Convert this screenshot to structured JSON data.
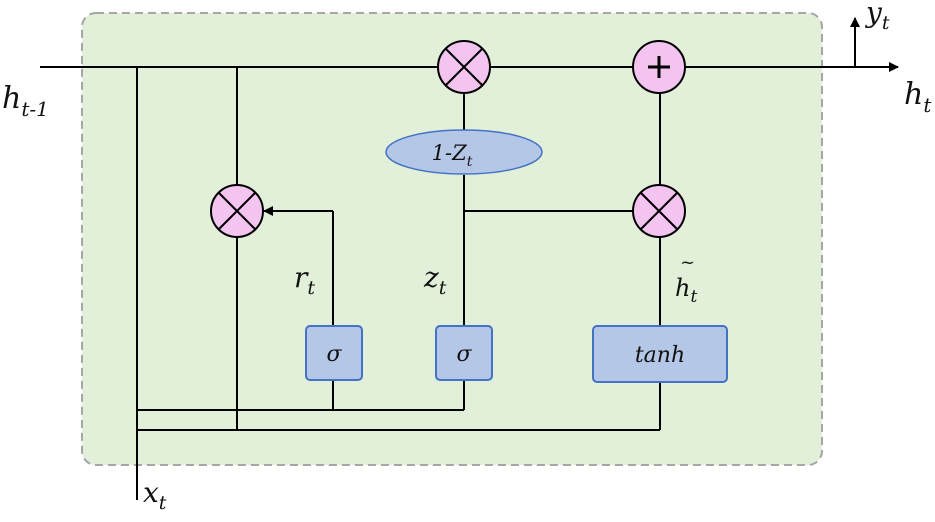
{
  "labels": {
    "h_prev_main": "h",
    "h_prev_sub": "t-1",
    "h_out_main": "h",
    "h_out_sub": "t",
    "y_main": "y",
    "y_sub": "t",
    "x_main": "x",
    "x_sub": "t",
    "r_main": "r",
    "r_sub": "t",
    "z_main": "z",
    "z_sub": "t",
    "htilde_main": "h",
    "htilde_sub": "t",
    "htilde_mark": "~",
    "one_minus_z_main": "1-Z",
    "one_minus_z_sub": "t"
  },
  "blocks": {
    "sigma_reset": "σ",
    "sigma_update": "σ",
    "tanh": "tanh"
  },
  "operators": {
    "multiply_symbol": "⊗",
    "add_symbol": "+"
  },
  "colors": {
    "cell_fill": "#e2f0d9",
    "cell_border": "#a6a6a6",
    "operator_fill": "#f4c4f0",
    "block_fill": "#b4c7e7",
    "block_border": "#4472c4",
    "line": "#000000"
  }
}
